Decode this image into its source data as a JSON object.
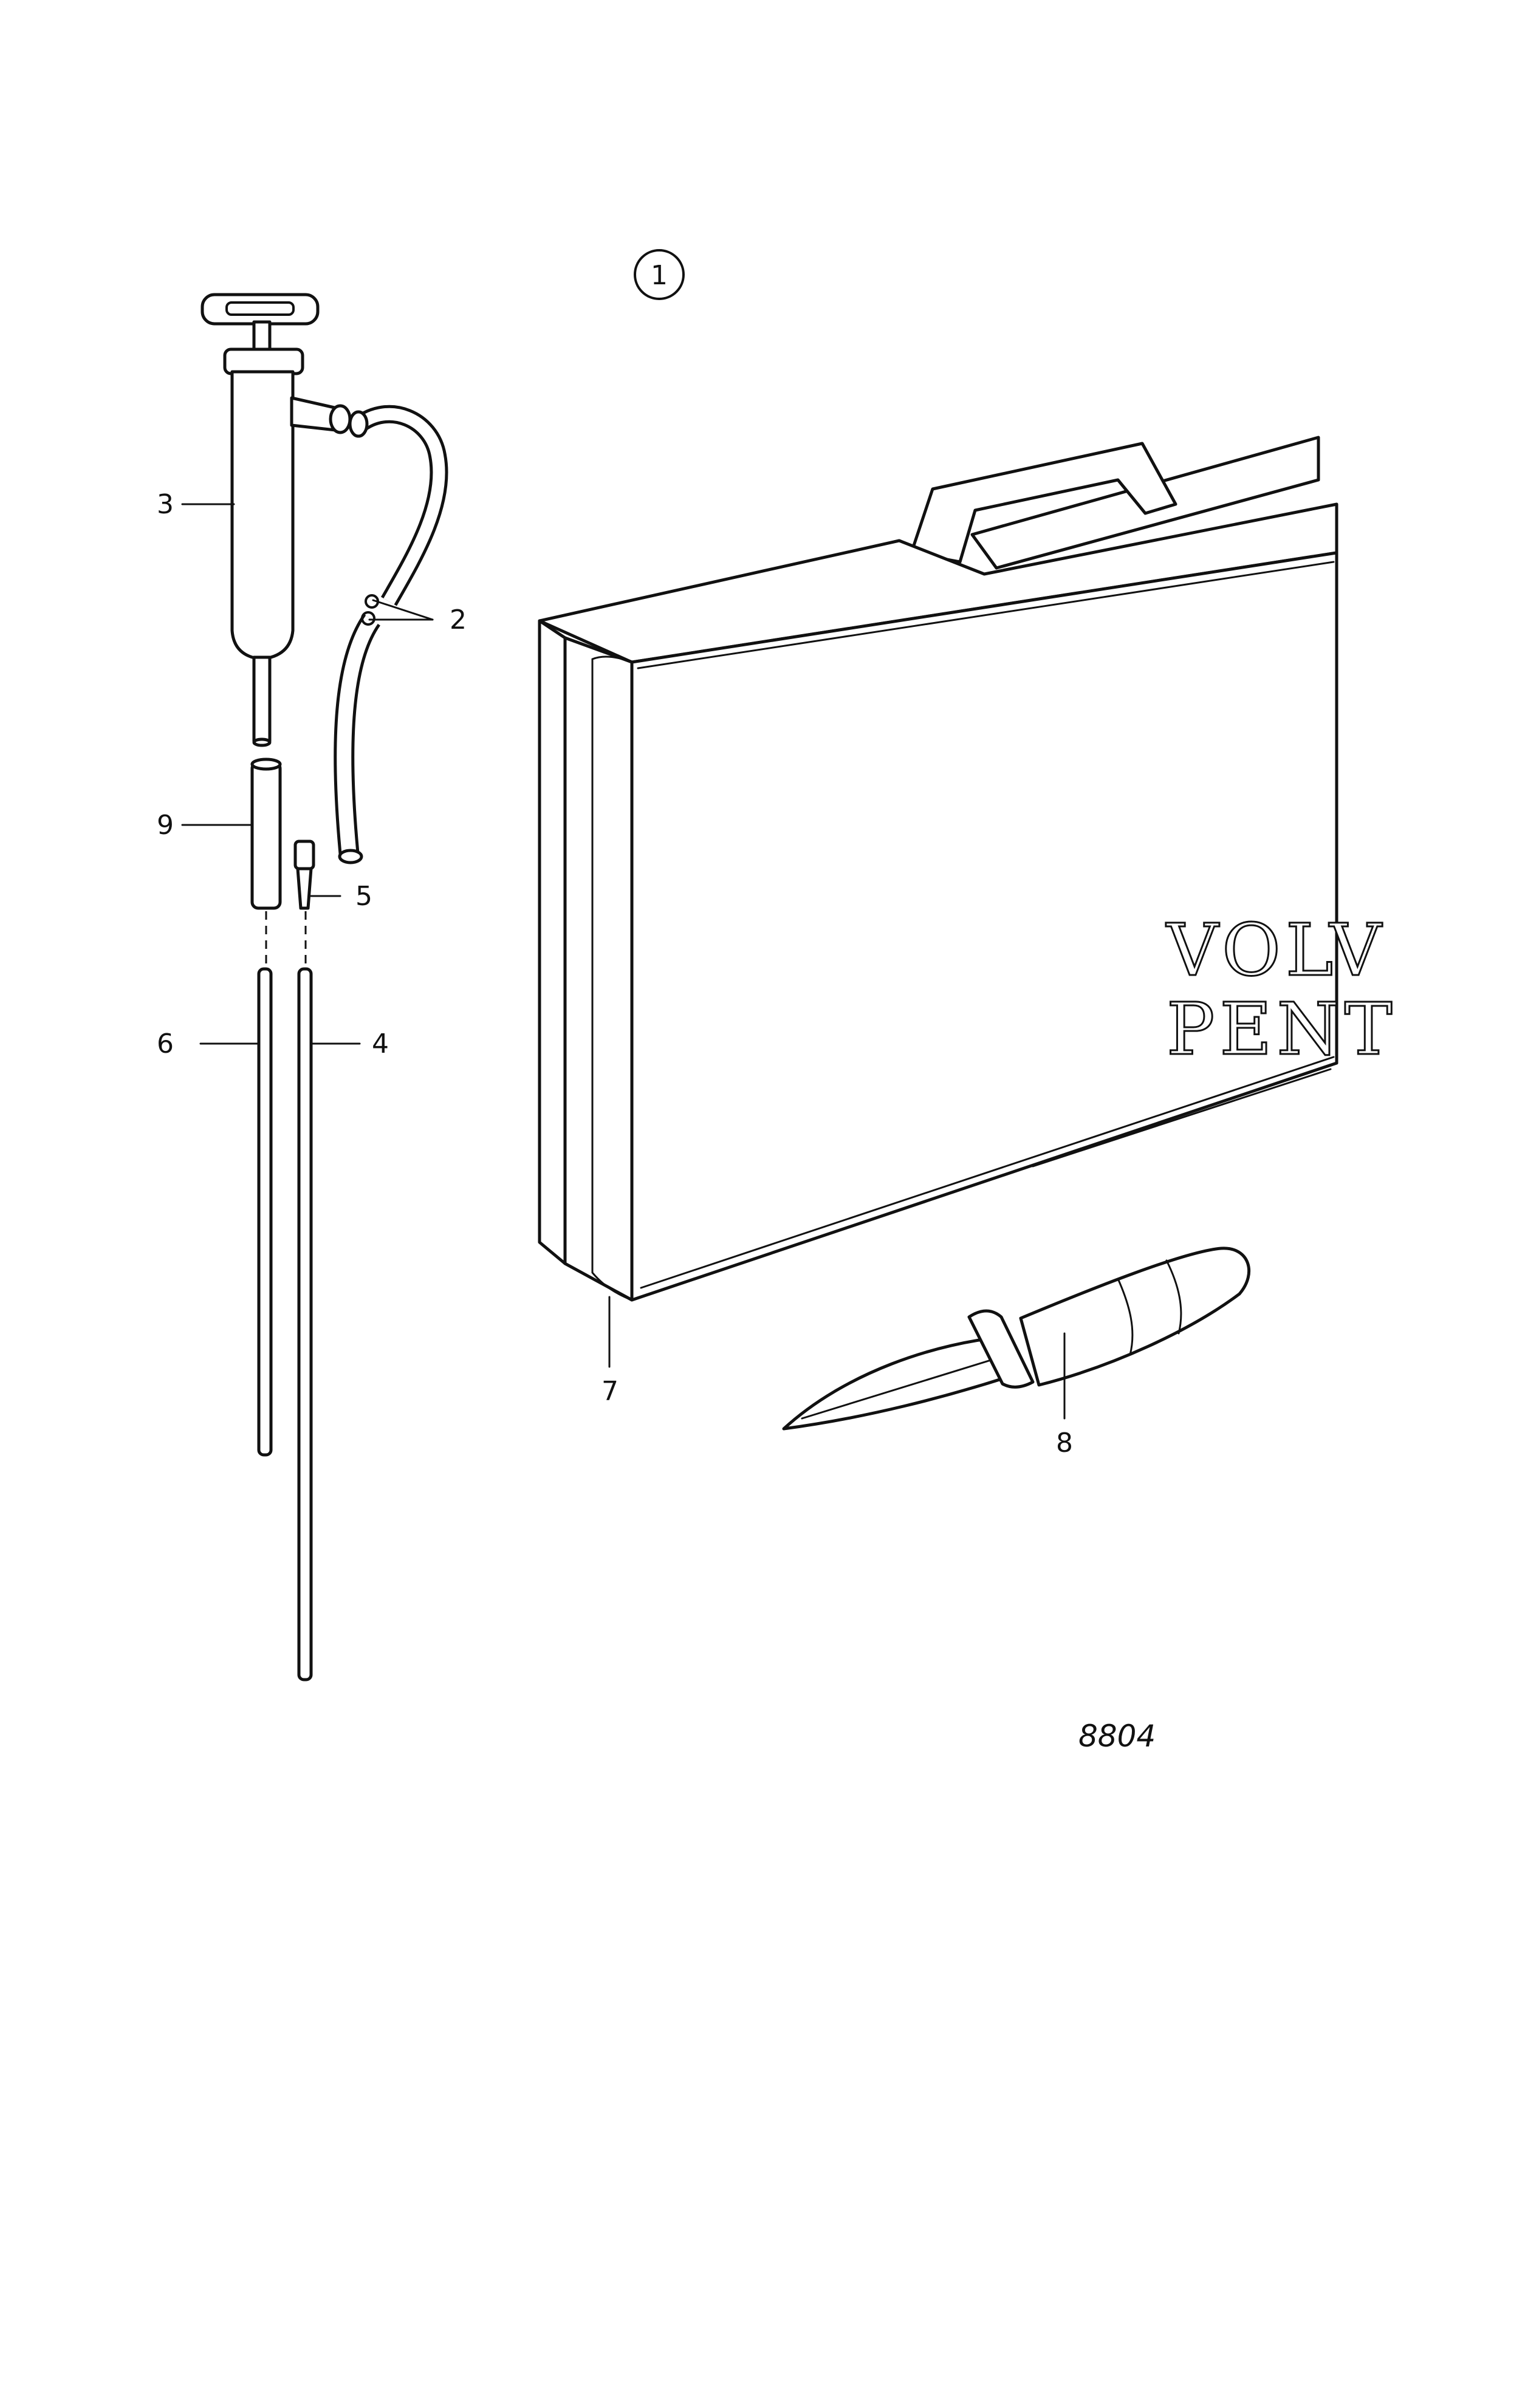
{
  "diagram": {
    "group_number": "1",
    "figure_number": "8804",
    "callouts": {
      "hose": "2",
      "pump": "3",
      "long_rod": "4",
      "nozzle": "5",
      "short_rod": "6",
      "case": "7",
      "knife": "8",
      "sleeve": "9"
    },
    "logo_line1": "VOLV",
    "logo_line2": "PENT"
  }
}
